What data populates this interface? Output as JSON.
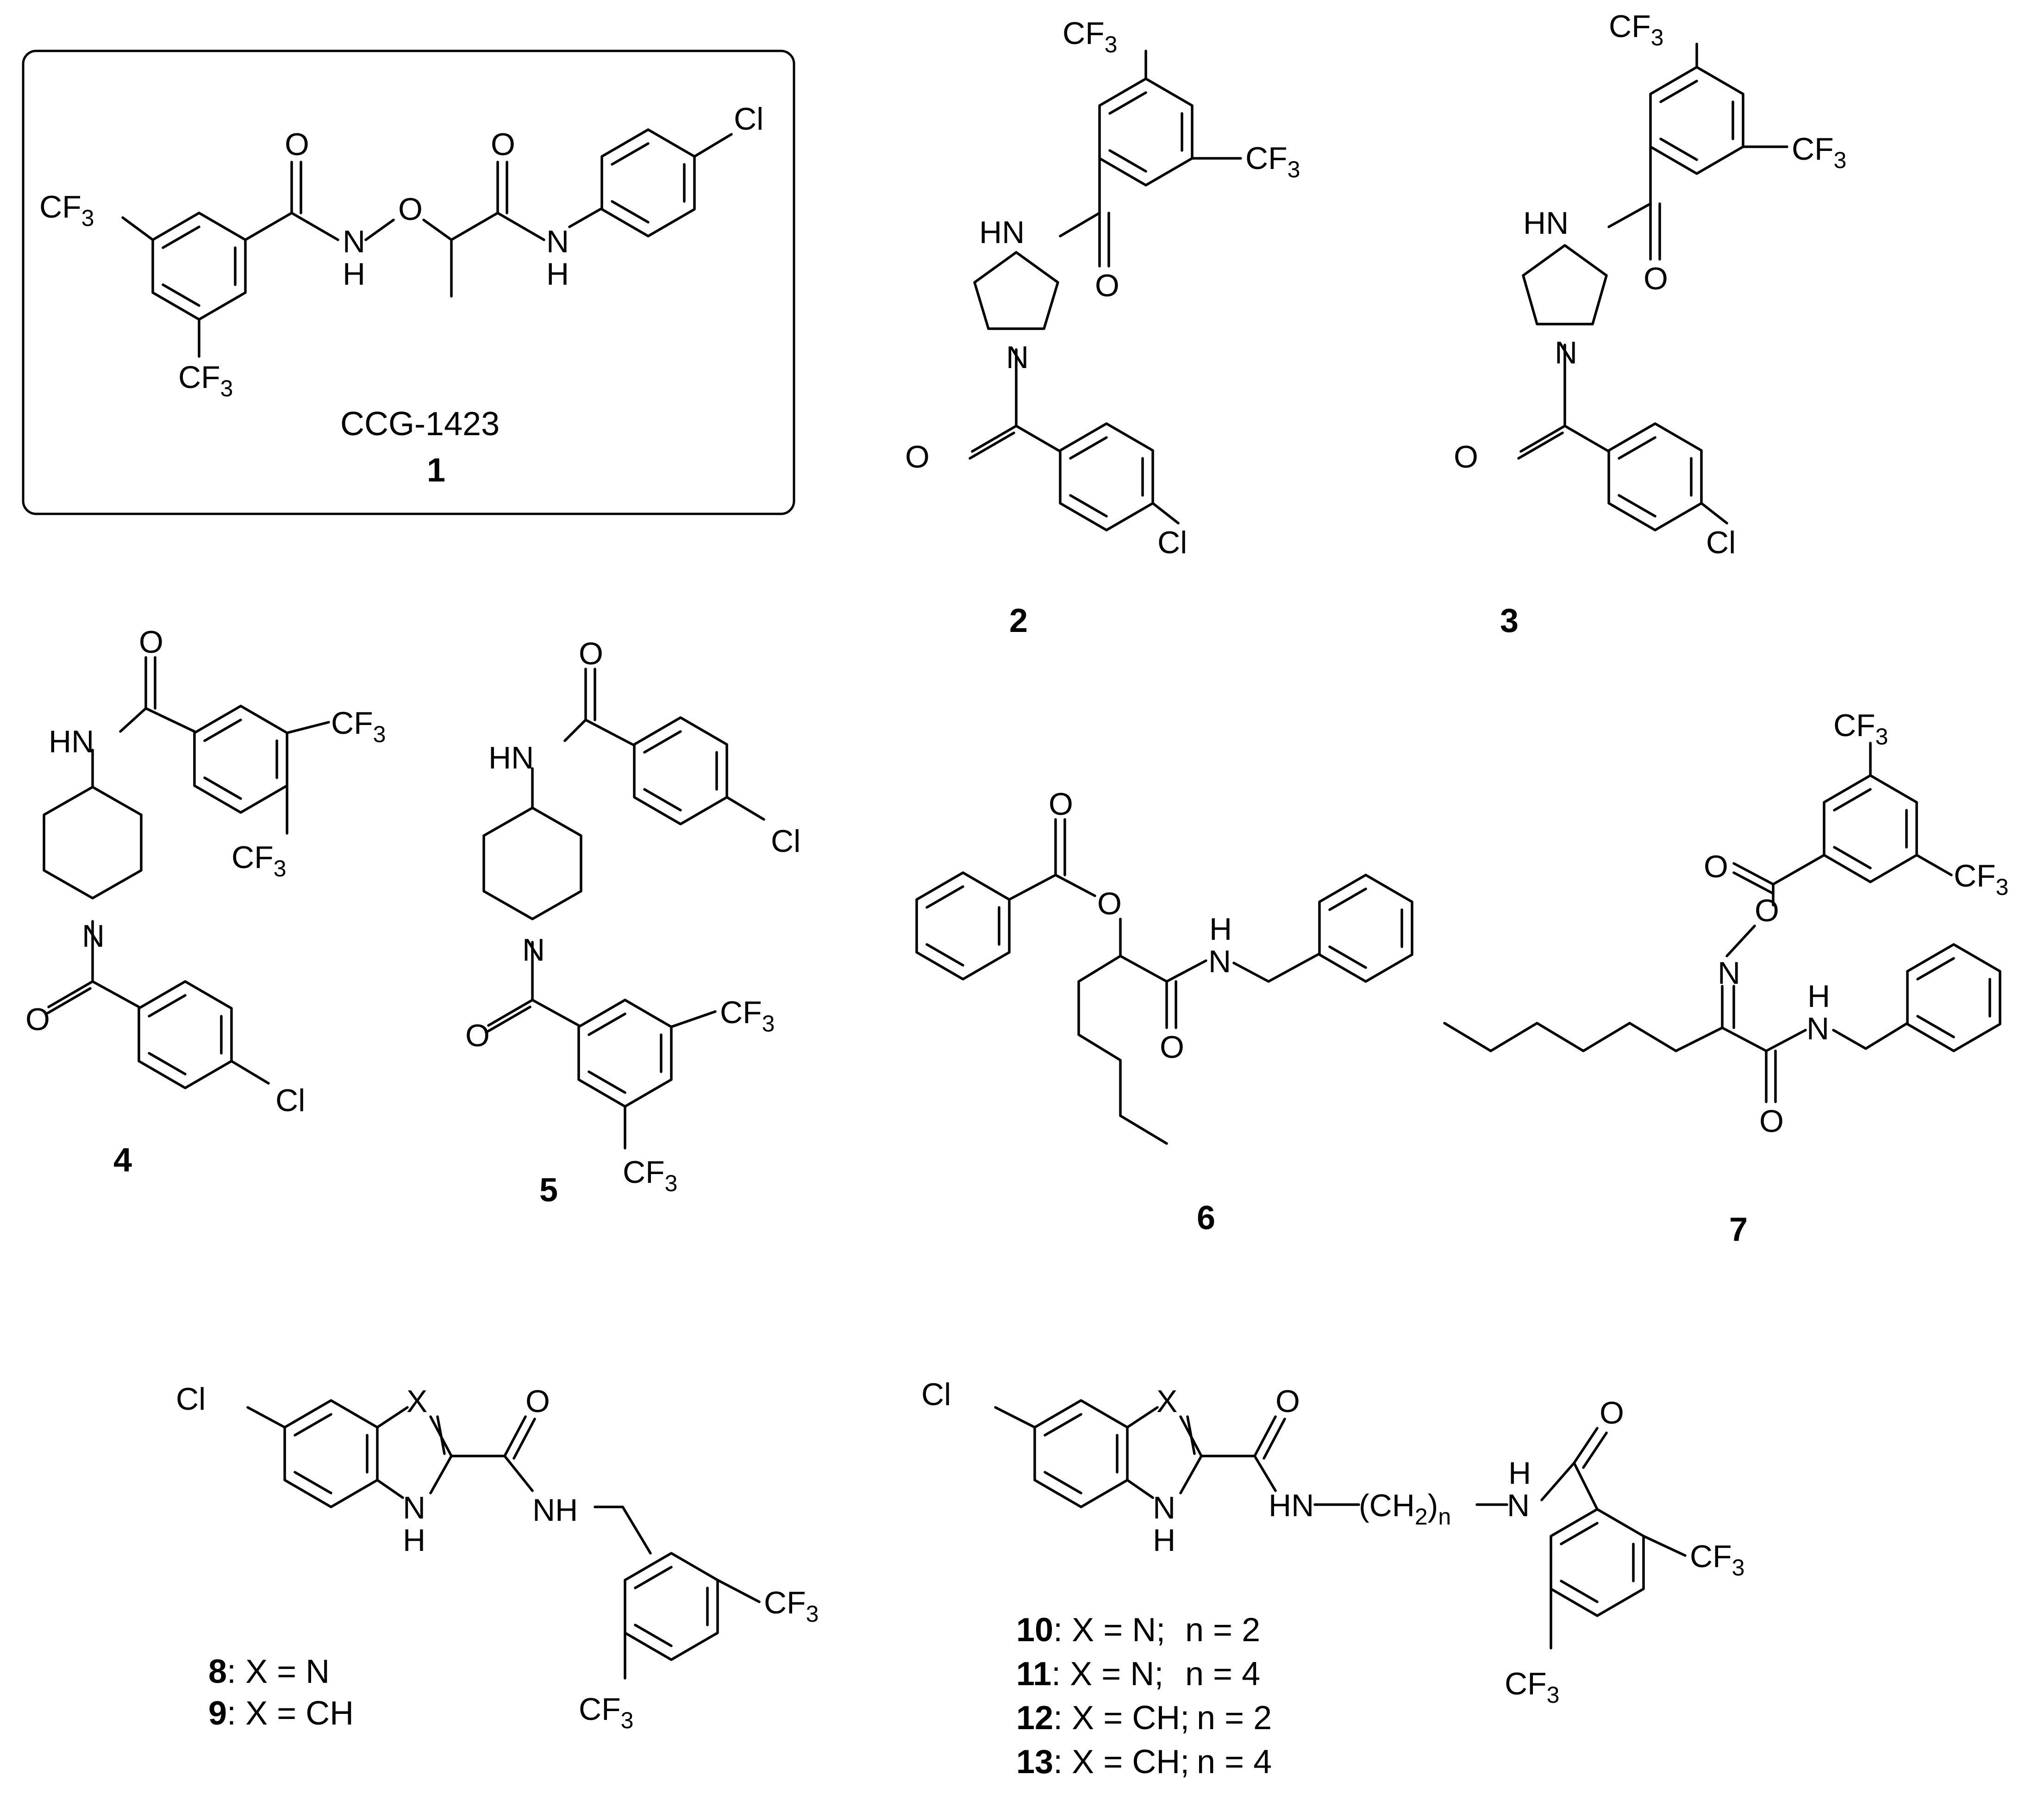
{
  "figure": {
    "compounds": [
      {
        "id": "1",
        "name": "CCG-1423",
        "boxed": true
      },
      {
        "id": "2"
      },
      {
        "id": "3"
      },
      {
        "id": "4"
      },
      {
        "id": "5"
      },
      {
        "id": "6"
      },
      {
        "id": "7"
      },
      {
        "id": "8",
        "variable": "X = N"
      },
      {
        "id": "9",
        "variable": "X = CH"
      },
      {
        "id": "10",
        "variable": "X = N;",
        "n": "n = 2"
      },
      {
        "id": "11",
        "variable": "X = N;",
        "n": "n = 4"
      },
      {
        "id": "12",
        "variable": "X = CH;",
        "n": "n = 2"
      },
      {
        "id": "13",
        "variable": "X = CH;",
        "n": "n = 4"
      }
    ],
    "atoms": {
      "cf3": "CF",
      "sub3": "3",
      "o": "O",
      "n": "N",
      "h": "H",
      "hn": "HN",
      "nh": "NH",
      "cl": "Cl",
      "x": "X",
      "ch2n": "(CH",
      "ch2close": ")",
      "sub2": "2",
      "subn": "n"
    },
    "colors": {
      "ink": "#000000",
      "box": "#000000",
      "background": "#ffffff"
    }
  }
}
